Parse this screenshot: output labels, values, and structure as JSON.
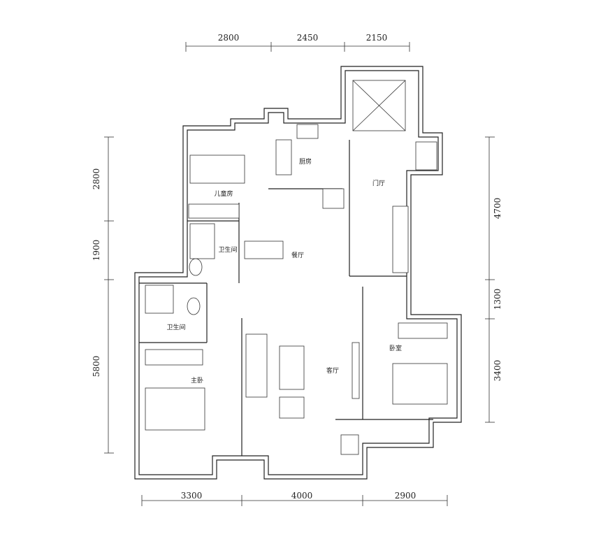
{
  "dimensions": {
    "top": [
      "2800",
      "2450",
      "2150"
    ],
    "left": [
      "2800",
      "1900",
      "5800"
    ],
    "right": [
      "4700",
      "1300",
      "3400"
    ],
    "bottom": [
      "3300",
      "4000",
      "2900"
    ]
  },
  "rooms": {
    "kids_room": "儿童房",
    "kitchen": "厨房",
    "foyer": "门厅",
    "bathroom_1": "卫生间",
    "dining": "餐厅",
    "bathroom_2": "卫生间",
    "master_bedroom": "主卧",
    "living_room": "客厅",
    "bedroom": "卧室"
  }
}
